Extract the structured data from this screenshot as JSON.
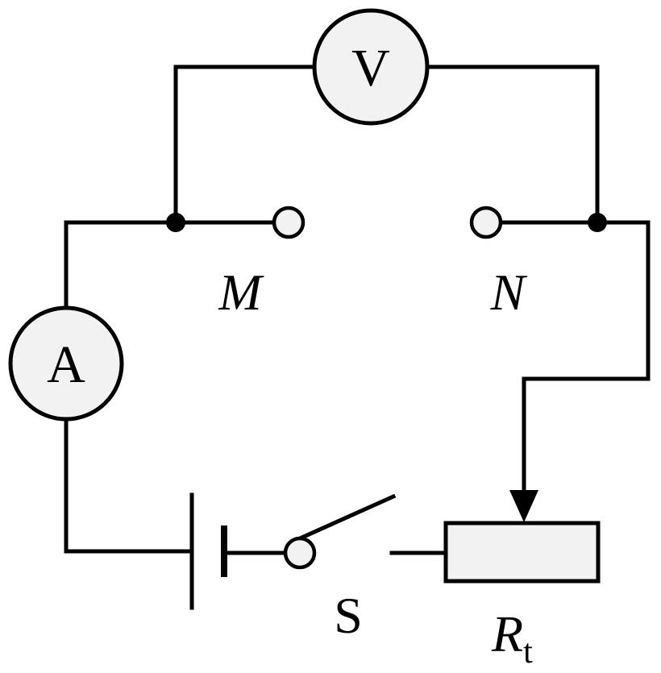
{
  "diagram": {
    "voltmeter_symbol": "V",
    "ammeter_symbol": "A",
    "terminal_m_label": "M",
    "terminal_n_label": "N",
    "switch_label": "S",
    "resistor_label": "R",
    "resistor_subscript": "t",
    "colors": {
      "line": "#000000",
      "fill": "#f2f2f2",
      "background": "#ffffff"
    }
  }
}
